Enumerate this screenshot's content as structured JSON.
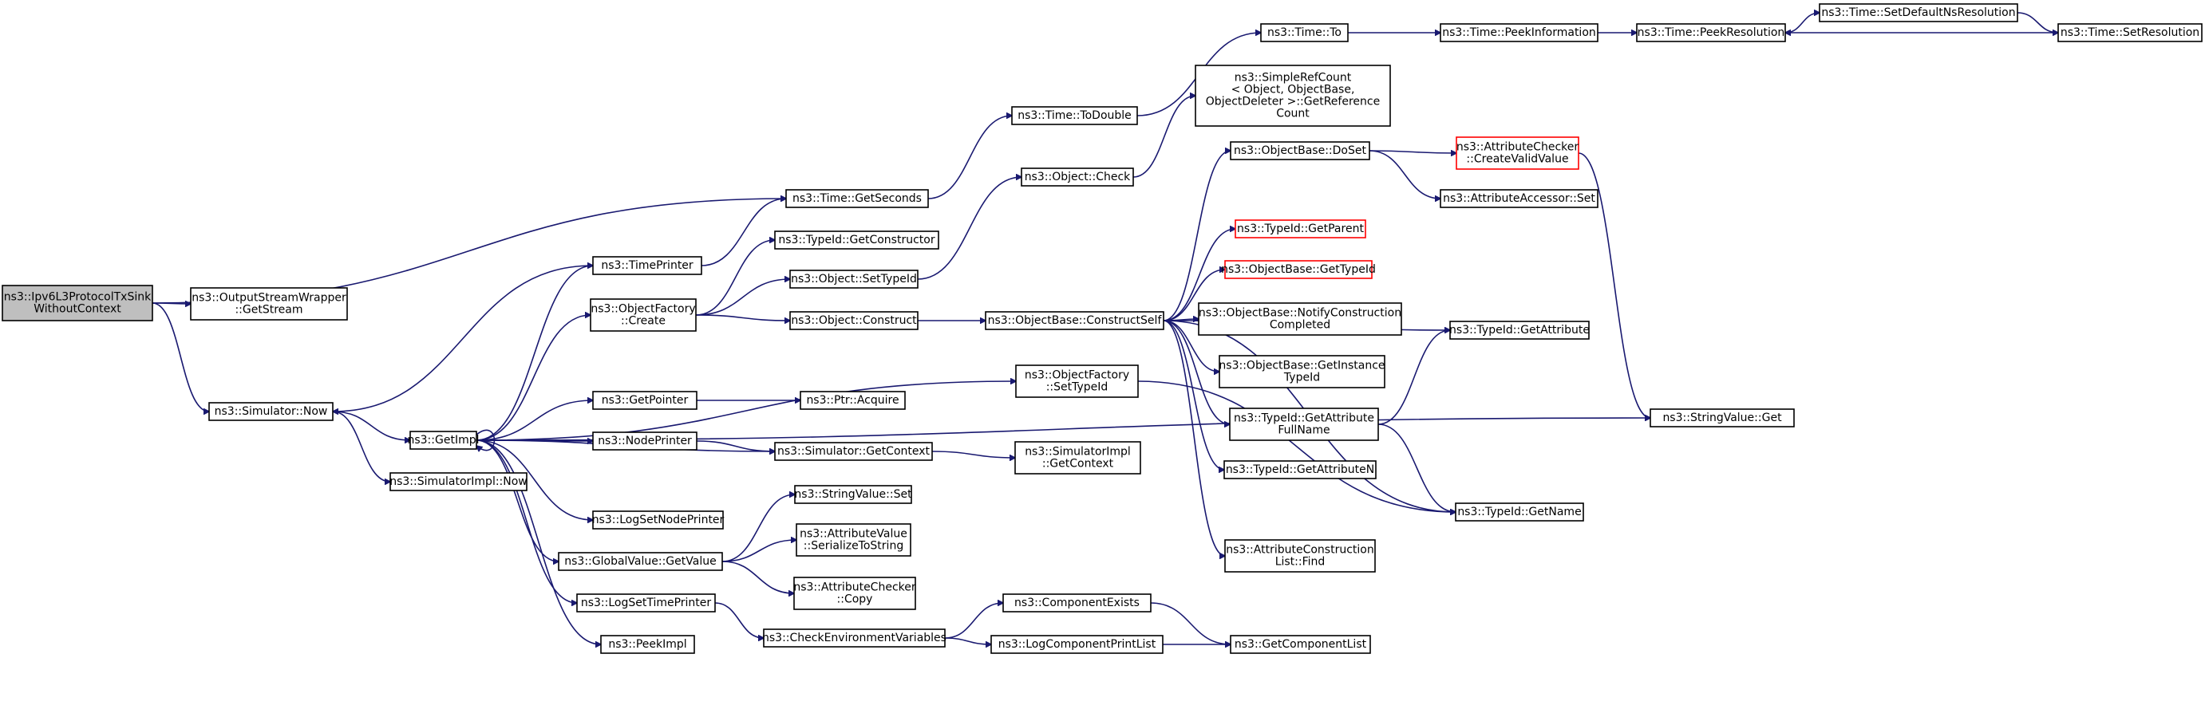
{
  "graph": {
    "title": "",
    "edge_color": "#191970",
    "nodes": [
      {
        "id": "root",
        "lines": [
          "ns3::Ipv6L3ProtocolTxSink",
          "WithoutContext"
        ],
        "style": "root"
      },
      {
        "id": "osw",
        "lines": [
          "ns3::OutputStreamWrapper",
          "::GetStream"
        ]
      },
      {
        "id": "simnow",
        "lines": [
          "ns3::Simulator::Now"
        ]
      },
      {
        "id": "getimpl",
        "lines": [
          "ns3::GetImpl"
        ]
      },
      {
        "id": "simimplnow",
        "lines": [
          "ns3::SimulatorImpl::Now"
        ]
      },
      {
        "id": "timeprinter",
        "lines": [
          "ns3::TimePrinter"
        ]
      },
      {
        "id": "objfactcreate",
        "lines": [
          "ns3::ObjectFactory",
          "::Create"
        ]
      },
      {
        "id": "getpointer",
        "lines": [
          "ns3::GetPointer"
        ]
      },
      {
        "id": "nodeprinter",
        "lines": [
          "ns3::NodePrinter"
        ]
      },
      {
        "id": "logsetnode",
        "lines": [
          "ns3::LogSetNodePrinter"
        ]
      },
      {
        "id": "gvgetvalue",
        "lines": [
          "ns3::GlobalValue::GetValue"
        ]
      },
      {
        "id": "logsettime",
        "lines": [
          "ns3::LogSetTimePrinter"
        ]
      },
      {
        "id": "peekimpl",
        "lines": [
          "ns3::PeekImpl"
        ]
      },
      {
        "id": "timegetsec",
        "lines": [
          "ns3::Time::GetSeconds"
        ]
      },
      {
        "id": "tidgetctor",
        "lines": [
          "ns3::TypeId::GetConstructor"
        ]
      },
      {
        "id": "objsettid",
        "lines": [
          "ns3::Object::SetTypeId"
        ]
      },
      {
        "id": "objconstruct",
        "lines": [
          "ns3::Object::Construct"
        ]
      },
      {
        "id": "ptracquire",
        "lines": [
          "ns3::Ptr::Acquire"
        ]
      },
      {
        "id": "simgetctx",
        "lines": [
          "ns3::Simulator::GetContext"
        ]
      },
      {
        "id": "svset",
        "lines": [
          "ns3::StringValue::Set"
        ]
      },
      {
        "id": "avser",
        "lines": [
          "ns3::AttributeValue",
          "::SerializeToString"
        ]
      },
      {
        "id": "accopy",
        "lines": [
          "ns3::AttributeChecker",
          "::Copy"
        ]
      },
      {
        "id": "checkenv",
        "lines": [
          "ns3::CheckEnvironmentVariables"
        ]
      },
      {
        "id": "timetodouble",
        "lines": [
          "ns3::Time::ToDouble"
        ]
      },
      {
        "id": "objcheck",
        "lines": [
          "ns3::Object::Check"
        ]
      },
      {
        "id": "obconstructself",
        "lines": [
          "ns3::ObjectBase::ConstructSelf"
        ]
      },
      {
        "id": "ofsettid",
        "lines": [
          "ns3::ObjectFactory",
          "::SetTypeId"
        ]
      },
      {
        "id": "simimplgetctx",
        "lines": [
          "ns3::SimulatorImpl",
          "::GetContext"
        ]
      },
      {
        "id": "compexists",
        "lines": [
          "ns3::ComponentExists"
        ]
      },
      {
        "id": "logcompprint",
        "lines": [
          "ns3::LogComponentPrintList"
        ]
      },
      {
        "id": "timeto",
        "lines": [
          "ns3::Time::To"
        ]
      },
      {
        "id": "simplerefcount",
        "lines": [
          "ns3::SimpleRefCount",
          "< Object, ObjectBase,",
          "ObjectDeleter >::GetReference",
          "Count"
        ]
      },
      {
        "id": "obdoset",
        "lines": [
          "ns3::ObjectBase::DoSet"
        ]
      },
      {
        "id": "tidgetparent",
        "lines": [
          "ns3::TypeId::GetParent"
        ],
        "style": "red"
      },
      {
        "id": "obgettid",
        "lines": [
          "ns3::ObjectBase::GetTypeId"
        ],
        "style": "red"
      },
      {
        "id": "obnotify",
        "lines": [
          "ns3::ObjectBase::NotifyConstruction",
          "Completed"
        ]
      },
      {
        "id": "obgetinst",
        "lines": [
          "ns3::ObjectBase::GetInstance",
          "TypeId"
        ]
      },
      {
        "id": "tidgetattrfull",
        "lines": [
          "ns3::TypeId::GetAttribute",
          "FullName"
        ]
      },
      {
        "id": "tidgetattrn",
        "lines": [
          "ns3::TypeId::GetAttributeN"
        ]
      },
      {
        "id": "acfind",
        "lines": [
          "ns3::AttributeConstruction",
          "List::Find"
        ]
      },
      {
        "id": "getcomplist",
        "lines": [
          "ns3::GetComponentList"
        ]
      },
      {
        "id": "timepeekinfo",
        "lines": [
          "ns3::Time::PeekInformation"
        ]
      },
      {
        "id": "accreate",
        "lines": [
          "ns3::AttributeChecker",
          "::CreateValidValue"
        ],
        "style": "red"
      },
      {
        "id": "aaset",
        "lines": [
          "ns3::AttributeAccessor::Set"
        ]
      },
      {
        "id": "tidgetattr",
        "lines": [
          "ns3::TypeId::GetAttribute"
        ]
      },
      {
        "id": "tidgetname",
        "lines": [
          "ns3::TypeId::GetName"
        ]
      },
      {
        "id": "timepeekres",
        "lines": [
          "ns3::Time::PeekResolution"
        ]
      },
      {
        "id": "svget",
        "lines": [
          "ns3::StringValue::Get"
        ]
      },
      {
        "id": "timesetdefault",
        "lines": [
          "ns3::Time::SetDefaultNsResolution"
        ]
      },
      {
        "id": "timesetres",
        "lines": [
          "ns3::Time::SetResolution"
        ]
      }
    ]
  }
}
